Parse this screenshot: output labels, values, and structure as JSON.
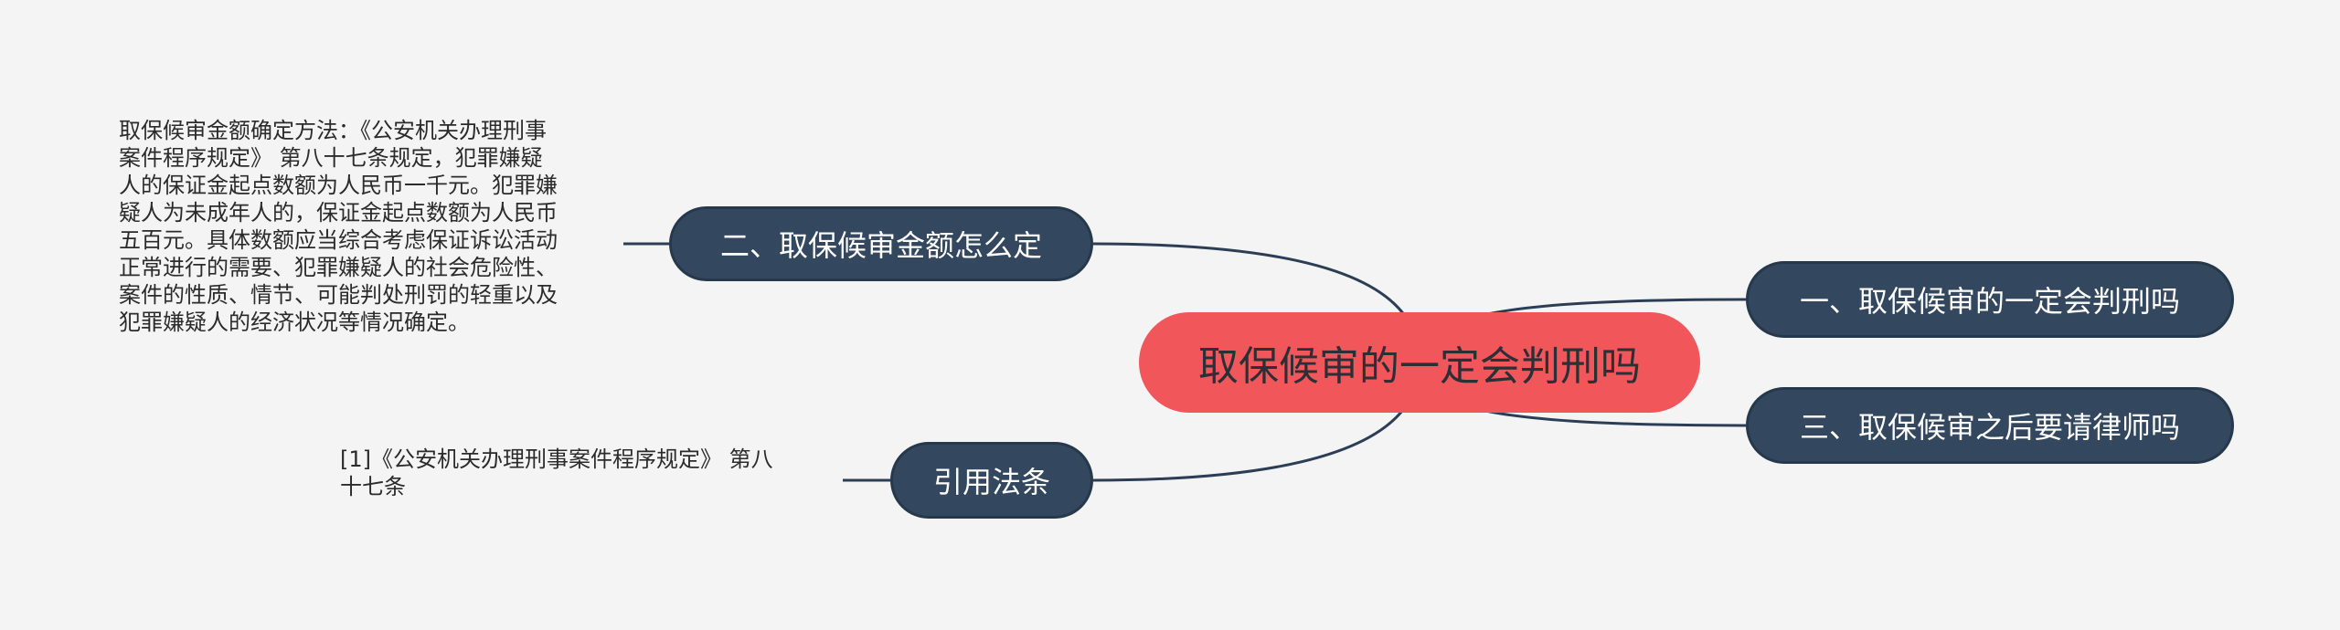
{
  "root": {
    "label": "取保候审的一定会判刑吗"
  },
  "topics": {
    "left1": "二、取保候审金额怎么定",
    "left2": "引用法条",
    "right1": "一、取保候审的一定会判刑吗",
    "right2": "三、取保候审之后要请律师吗"
  },
  "notes": {
    "amount_text": "取保候审金额确定方法：《公安机关办理刑事\n案件程序规定》 第八十七条规定，犯罪嫌疑\n人的保证金起点数额为人民币一千元。犯罪嫌\n疑人为未成年人的，保证金起点数额为人民币\n五百元。具体数额应当综合考虑保证诉讼活动\n正常进行的需要、犯罪嫌疑人的社会危险性、\n案件的性质、情节、可能判处刑罚的轻重以及\n犯罪嫌疑人的经济状况等情况确定。",
    "law_text": "[1]《公安机关办理刑事案件程序规定》 第八\n十七条"
  },
  "colors": {
    "background": "#f4f4f4",
    "root_fill": "#f0565a",
    "topic_fill": "#33475f",
    "connector": "#2c3e55"
  }
}
